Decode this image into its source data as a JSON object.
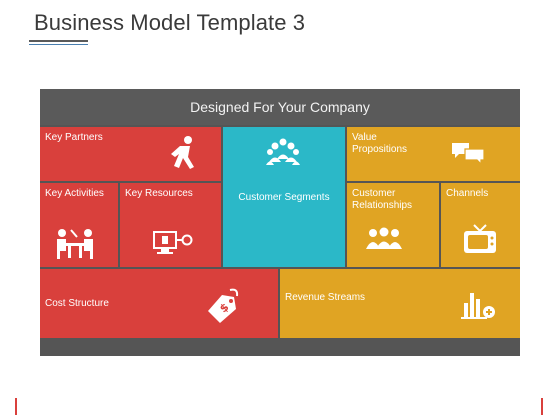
{
  "slide": {
    "title": "Business Model Template 3"
  },
  "canvas": {
    "header": "Designed For Your Company",
    "blocks": {
      "key_partners": {
        "label": "Key Partners",
        "icon": "walking-person-icon"
      },
      "key_activities": {
        "label": "Key Activities",
        "icon": "meeting-desk-icon"
      },
      "key_resources": {
        "label": "Key Resources",
        "icon": "monitor-presentation-icon"
      },
      "customer_segments": {
        "label": "Customer Segments",
        "icon": "people-group-icon"
      },
      "value_propositions": {
        "label": "Value Propositions",
        "icon": "chat-bubbles-icon"
      },
      "customer_relationships": {
        "label": "Customer Relationships",
        "icon": "people-trio-icon"
      },
      "channels": {
        "label": "Channels",
        "icon": "television-icon"
      },
      "cost_structure": {
        "label": "Cost Structure",
        "icon": "price-tag-icon"
      },
      "revenue_streams": {
        "label": "Revenue Streams",
        "icon": "chart-plus-icon"
      }
    }
  },
  "colors": {
    "red": "#d9403c",
    "teal": "#2bb8c8",
    "gold": "#e0a423",
    "gray": "#5a5a5a"
  }
}
